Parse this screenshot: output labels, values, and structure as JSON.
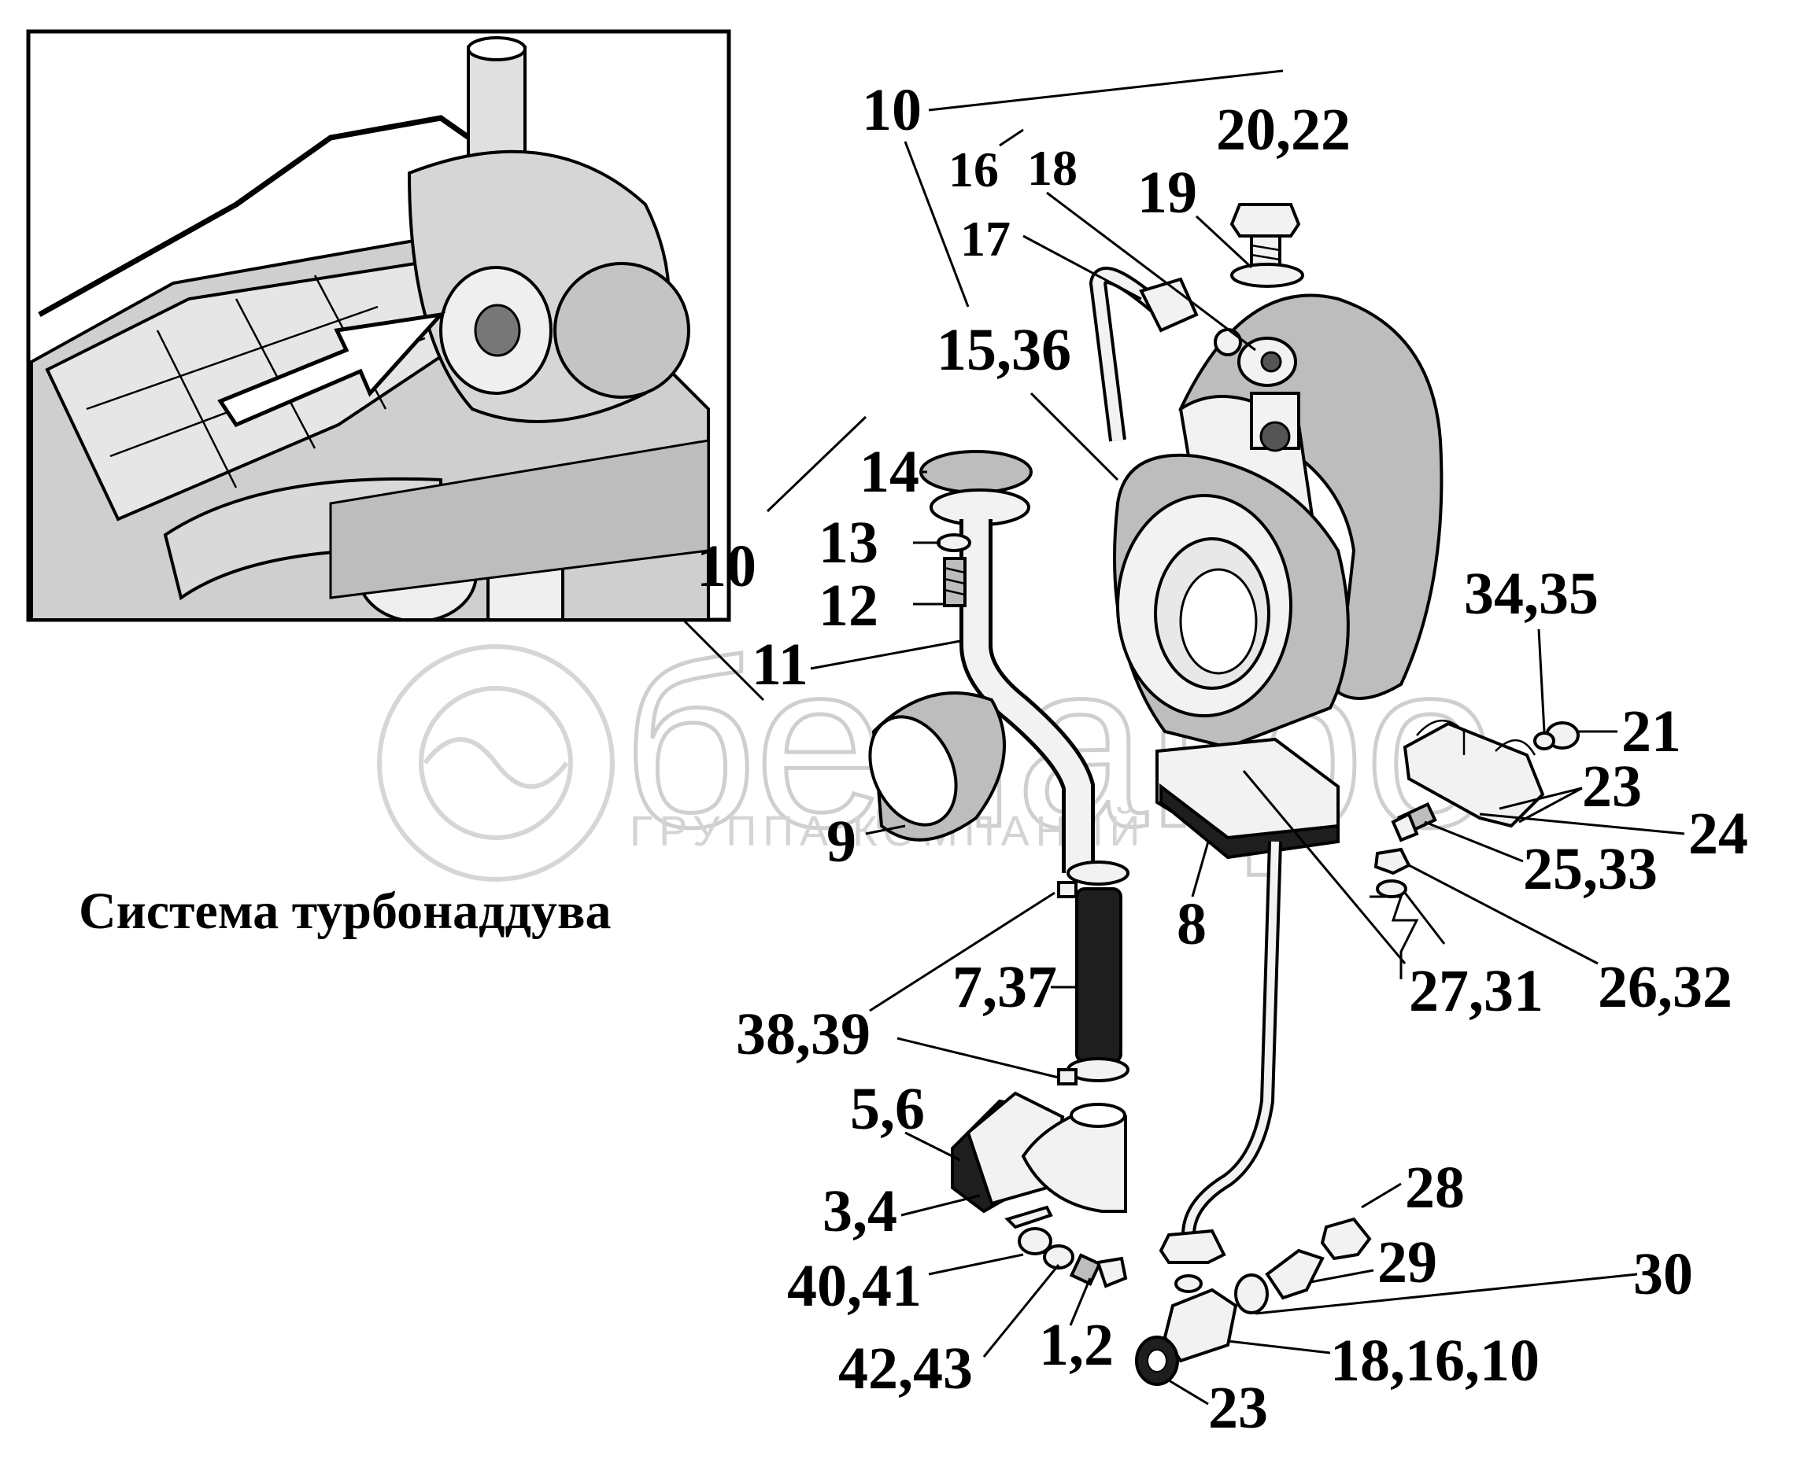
{
  "title": "Система турбонаддува",
  "watermark": {
    "brand": "белагро",
    "subtitle": "ГРУППА КОМПАНИЙ"
  },
  "callouts": [
    {
      "id": "c-10-top",
      "text": "10"
    },
    {
      "id": "c-20-22",
      "text": "20,22"
    },
    {
      "id": "c-16",
      "text": "16"
    },
    {
      "id": "c-18",
      "text": "18"
    },
    {
      "id": "c-19",
      "text": "19"
    },
    {
      "id": "c-17",
      "text": "17"
    },
    {
      "id": "c-15-36",
      "text": "15,36"
    },
    {
      "id": "c-14",
      "text": "14"
    },
    {
      "id": "c-13",
      "text": "13"
    },
    {
      "id": "c-10-mid",
      "text": "10"
    },
    {
      "id": "c-12",
      "text": "12"
    },
    {
      "id": "c-11",
      "text": "11"
    },
    {
      "id": "c-34-35",
      "text": "34,35"
    },
    {
      "id": "c-21",
      "text": "21"
    },
    {
      "id": "c-23-right",
      "text": "23"
    },
    {
      "id": "c-24",
      "text": "24"
    },
    {
      "id": "c-25-33",
      "text": "25,33"
    },
    {
      "id": "c-9",
      "text": "9"
    },
    {
      "id": "c-8",
      "text": "8"
    },
    {
      "id": "c-27-31",
      "text": "27,31"
    },
    {
      "id": "c-26-32",
      "text": "26,32"
    },
    {
      "id": "c-7-37",
      "text": "7,37"
    },
    {
      "id": "c-38-39",
      "text": "38,39"
    },
    {
      "id": "c-5-6",
      "text": "5,6"
    },
    {
      "id": "c-3-4",
      "text": "3,4"
    },
    {
      "id": "c-28",
      "text": "28"
    },
    {
      "id": "c-29",
      "text": "29"
    },
    {
      "id": "c-30",
      "text": "30"
    },
    {
      "id": "c-40-41",
      "text": "40,41"
    },
    {
      "id": "c-42-43",
      "text": "42,43"
    },
    {
      "id": "c-1-2",
      "text": "1,2"
    },
    {
      "id": "c-18-16-10",
      "text": "18,16,10"
    },
    {
      "id": "c-23-bottom",
      "text": "23"
    }
  ]
}
